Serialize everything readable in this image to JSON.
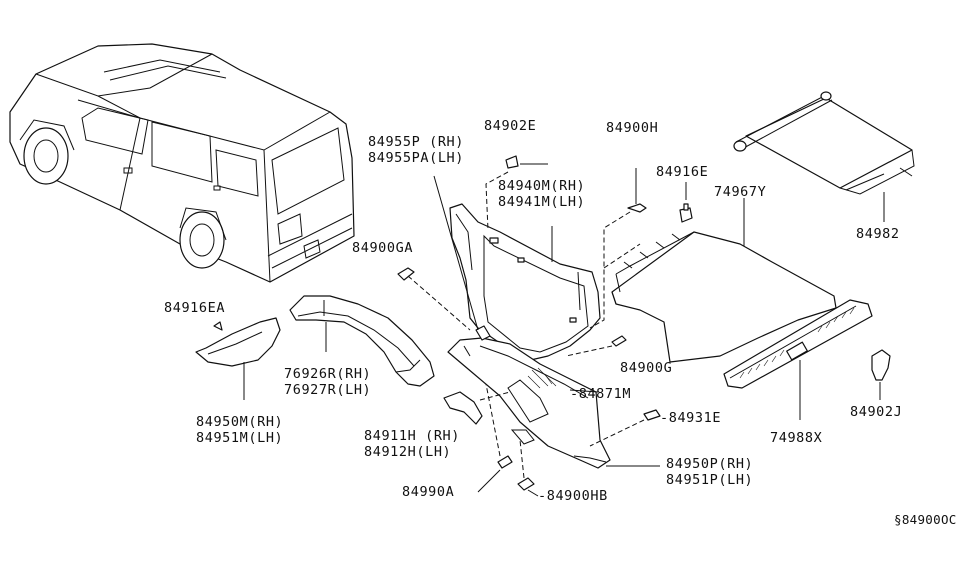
{
  "labels": {
    "p84955p": "84955P (RH)",
    "p84955pa": "84955PA(LH)",
    "p84902e": "84902E",
    "p84900h": "84900H",
    "p84916e": "84916E",
    "p74967y": "74967Y",
    "p84982": "84982",
    "p84940m": "84940M(RH)",
    "p84941m": "84941M(LH)",
    "p84900ga": "84900GA",
    "p84916ea": "84916EA",
    "p76926r": "76926R(RH)",
    "p76927r": "76927R(LH)",
    "p84950m": "84950M(RH)",
    "p84951m": "84951M(LH)",
    "p84900g": "84900G",
    "p84871m": "-84871M",
    "p84931e": "-84931E",
    "p84911h": "84911H (RH)",
    "p84912h": "84912H(LH)",
    "p84990a": "84990A",
    "p84900hb": "-84900HB",
    "p84950p": "84950P(RH)",
    "p84951p": "84951P(LH)",
    "p74988x": "74988X",
    "p84902j": "84902J",
    "ref": "§84900OC"
  }
}
